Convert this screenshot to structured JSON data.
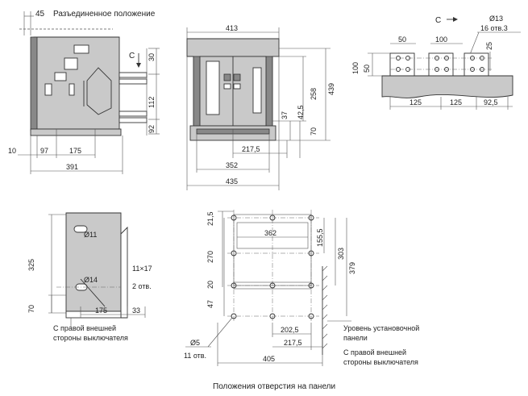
{
  "view1": {
    "title": "Разъединенное положение",
    "dims": [
      "45",
      "30",
      "112",
      "92",
      "10",
      "97",
      "175",
      "391"
    ],
    "arrow_label": "C"
  },
  "view2": {
    "dims": [
      "413",
      "439",
      "258",
      "42,5",
      "37",
      "70",
      "217,5",
      "352",
      "435"
    ]
  },
  "view3": {
    "arrow_label": "C",
    "hole_label": "Ø13",
    "hole_count": "16 отв.3",
    "dims": [
      "50",
      "100",
      "25",
      "100",
      "50",
      "125",
      "125",
      "92,5"
    ]
  },
  "view4": {
    "dims": [
      "Ø11",
      "325",
      "Ø14",
      "70",
      "175",
      "33"
    ],
    "slot": "11×17",
    "slot_count": "2 отв.",
    "note": [
      "С правой внешней",
      "стороны выключателя"
    ]
  },
  "view5": {
    "dims": [
      "21,5",
      "362",
      "155,5",
      "270",
      "303",
      "379",
      "20",
      "47",
      "202,5",
      "217,5",
      "405"
    ],
    "hole": "Ø5",
    "hole_count": "11 отв.",
    "note_panel": [
      "Уровень установочной",
      "панели"
    ],
    "note_side": [
      "С правой внешней",
      "стороны выключателя"
    ],
    "caption": "Положения отверстия на панели"
  }
}
